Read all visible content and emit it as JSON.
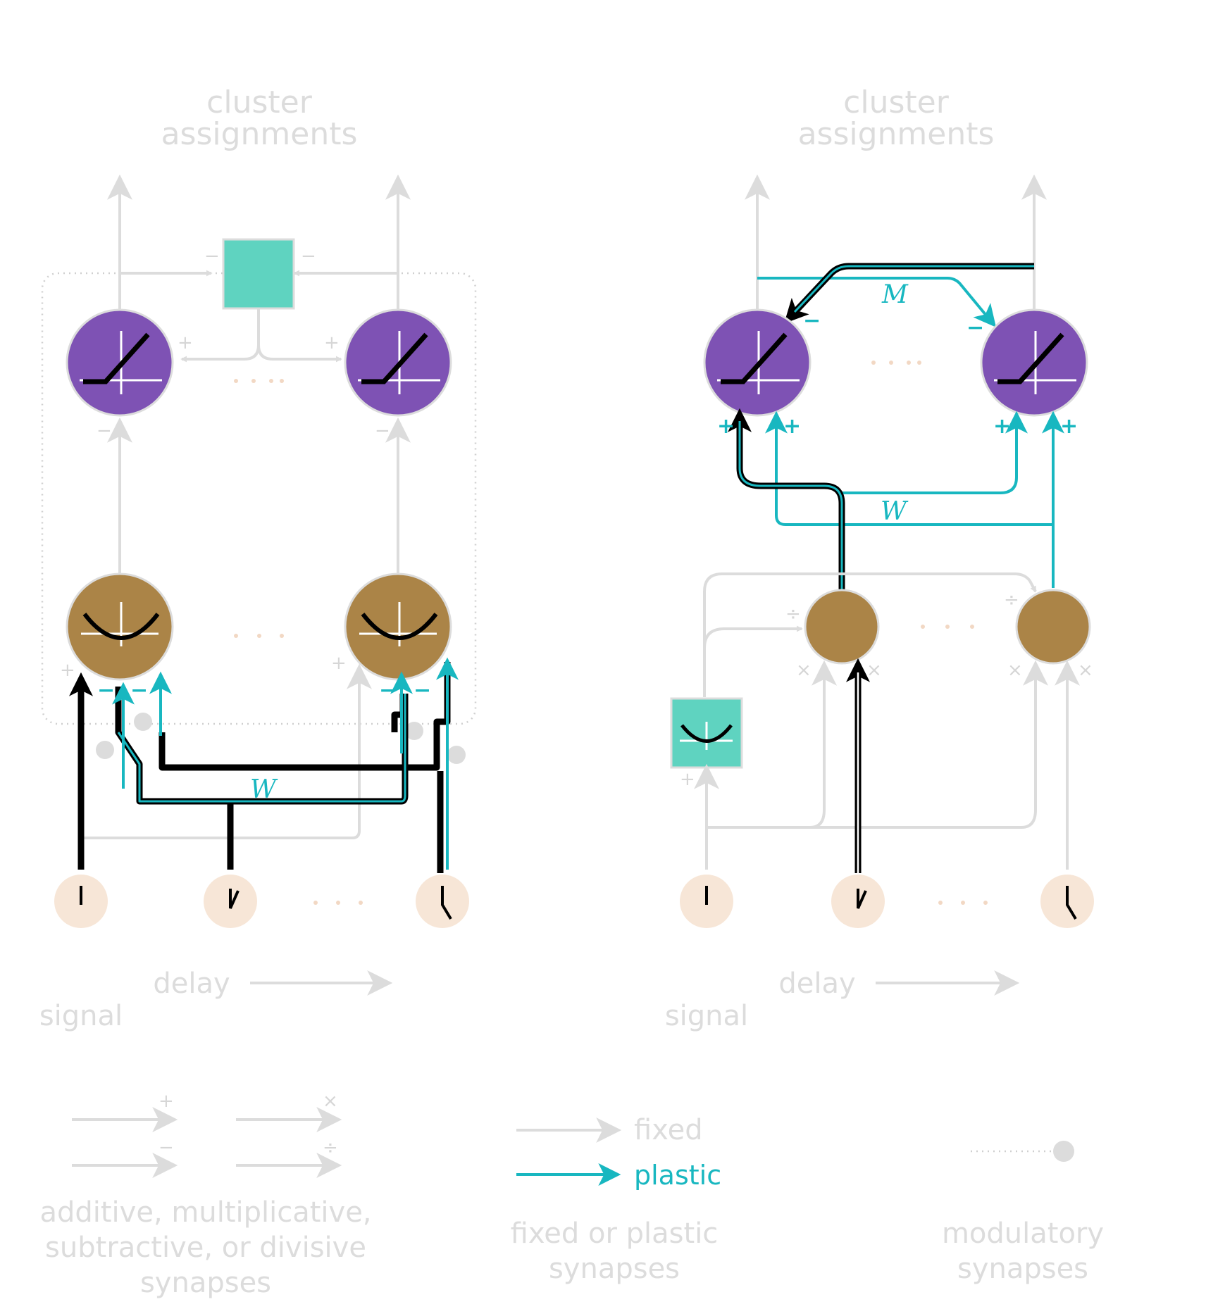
{
  "colors": {
    "purple": "#7e52b4",
    "bronze": "#ab8447",
    "teal_box": "#5fd3c0",
    "teal_line": "#18b7c0",
    "input_node": "#f7e6d7",
    "gray": "#dcdcdc"
  },
  "left_panel": {
    "title_line1": "cluster",
    "title_line2": "assignments",
    "weight_label": "W",
    "delay_label": "delay",
    "signal_label": "signal",
    "plus": "+",
    "minus": "−"
  },
  "right_panel": {
    "title_line1": "cluster",
    "title_line2": "assignments",
    "weight_label_w": "W",
    "weight_label_m": "M",
    "delay_label": "delay",
    "signal_label": "signal",
    "plus": "+",
    "minus": "−",
    "times": "×",
    "divide": "÷"
  },
  "legend": {
    "synapse_types": {
      "add": "+",
      "sub": "−",
      "mul": "×",
      "div": "÷",
      "caption_line1": "additive, multiplicative,",
      "caption_line2": "subtractive, or divisive",
      "caption_line3": "synapses"
    },
    "plasticity": {
      "fixed": "fixed",
      "plastic": "plastic",
      "caption_line1": "fixed or plastic",
      "caption_line2": "synapses"
    },
    "modulatory": {
      "caption_line1": "modulatory",
      "caption_line2": "synapses"
    }
  }
}
